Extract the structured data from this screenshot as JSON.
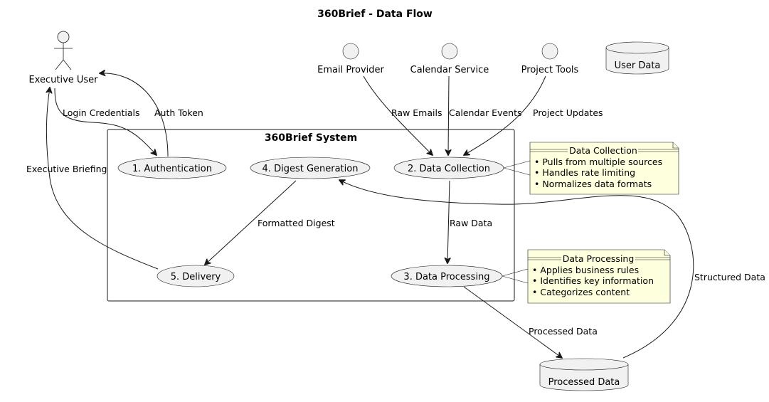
{
  "title": "360Brief - Data Flow",
  "system": {
    "label": "360Brief System"
  },
  "actors": {
    "executive_user": "Executive User"
  },
  "entities": {
    "email_provider": "Email Provider",
    "calendar_service": "Calendar Service",
    "project_tools": "Project Tools"
  },
  "databases": {
    "user_data": "User Data",
    "processed_data": "Processed Data"
  },
  "usecases": {
    "authentication": "1. Authentication",
    "digest_generation": "4. Digest Generation",
    "data_collection": "2. Data Collection",
    "data_processing": "3. Data Processing",
    "delivery": "5. Delivery"
  },
  "edges": {
    "login_credentials": "Login Credentials",
    "auth_token": "Auth Token",
    "executive_briefing": "Executive Briefing",
    "raw_emails": "Raw Emails",
    "calendar_events": "Calendar Events",
    "project_updates": "Project Updates",
    "raw_data": "Raw Data",
    "formatted_digest": "Formatted Digest",
    "processed_data": "Processed Data",
    "structured_data": "Structured Data"
  },
  "notes": {
    "collection": {
      "title": "Data Collection",
      "items": [
        "• Pulls from multiple sources",
        "• Handles rate limiting",
        "• Normalizes data formats"
      ]
    },
    "processing": {
      "title": "Data Processing",
      "items": [
        "• Applies business rules",
        "• Identifies key information",
        "• Categorizes content"
      ]
    }
  }
}
